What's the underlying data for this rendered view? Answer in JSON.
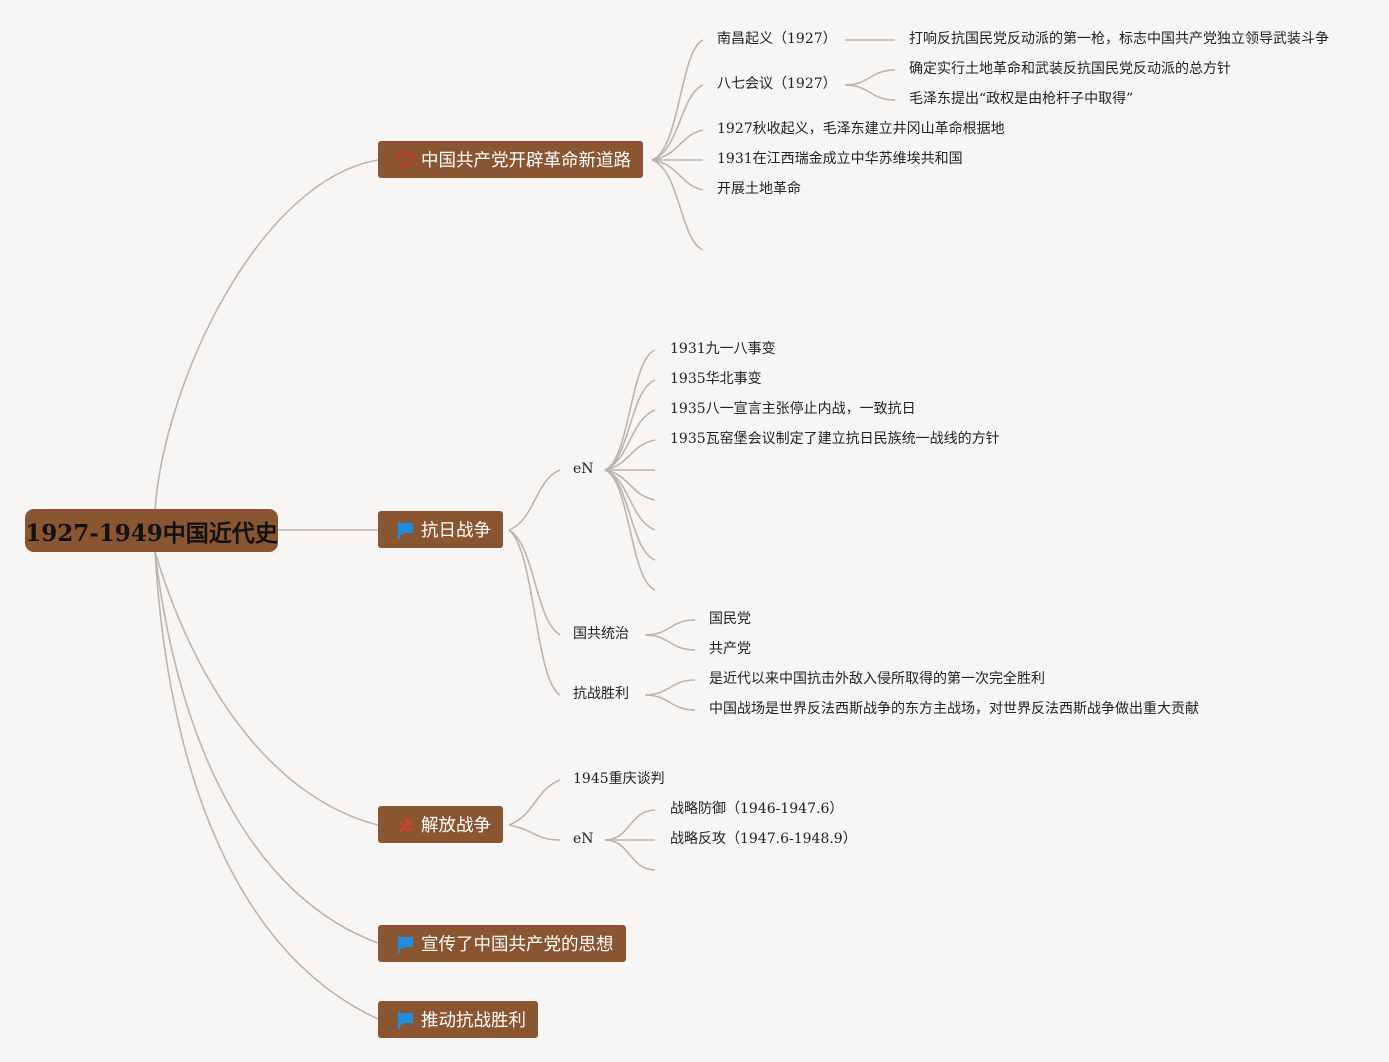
{
  "root": {
    "title": "1927-1949中国近代史"
  },
  "branches": {
    "b1": {
      "label": "中国共产党开辟革命新道路",
      "icon": "heart-icon",
      "children": {
        "nanchang": {
          "label": "南昌起义（1927）",
          "note": "打响反抗国民党反动派的第一枪，标志中国共产党独立领导武装斗争"
        },
        "baqi": {
          "label": "八七会议（1927）",
          "notes": [
            "确定实行土地革命和武装反抗国民党反动派的总方针",
            "毛泽东提出“政权是由枪杆子中取得”"
          ]
        },
        "qiushou": {
          "label": "1927秋收起义，毛泽东建立井冈山革命根据地"
        },
        "ruijin": {
          "label": "1931在江西瑞金成立中华苏维埃共和国"
        },
        "tudi": {
          "label": "开展土地革命"
        }
      }
    },
    "b2": {
      "label": "抗日战争",
      "icon": "flag-icon",
      "en": {
        "label": "eN",
        "items": [
          "1931九一八事变",
          "1935华北事变",
          "1935八一宣言主张停止内战，一致抗日",
          "1935瓦窑堡会议制定了建立抗日民族统一战线的方针"
        ]
      },
      "guogong": {
        "label": "国共统治",
        "items": [
          "国民党",
          "共产党"
        ]
      },
      "shengli": {
        "label": "抗战胜利",
        "items": [
          "是近代以来中国抗击外敌入侵所取得的第一次完全胜利",
          "中国战场是世界反法西斯战争的东方主战场，对世界反法西斯战争做出重大贡献"
        ]
      }
    },
    "b3": {
      "label": "解放战争",
      "icon": "hammer-sickle-icon",
      "chongqing": {
        "label": "1945重庆谈判"
      },
      "en": {
        "label": "eN",
        "items": [
          "战略防御（1946-1947.6）",
          "战略反攻（1947.6-1948.9）"
        ]
      }
    },
    "b4": {
      "label": "宣传了中国共产党的思想",
      "icon": "flag-icon"
    },
    "b5": {
      "label": "推动抗战胜利",
      "icon": "flag-icon"
    }
  },
  "colors": {
    "node_fill": "#8a5531",
    "connector": "#bdb4ad",
    "background": "#f8f6f5",
    "heart": "#d9342b",
    "flag": "#1e8fe0",
    "hammer": "#e23b2b"
  }
}
